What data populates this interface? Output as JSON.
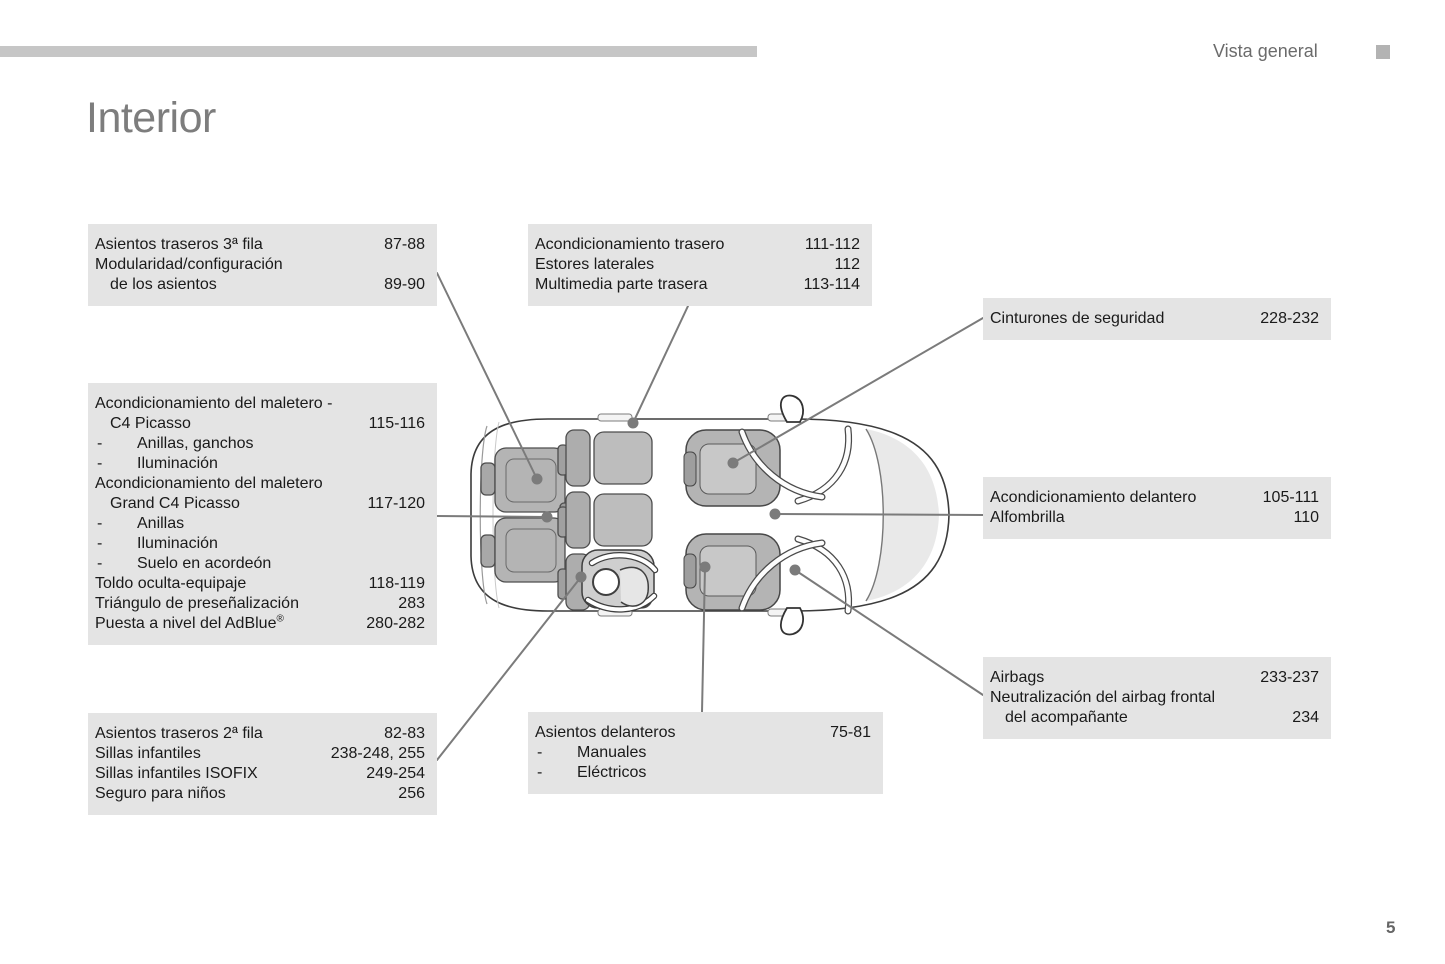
{
  "header": {
    "section_label": "Vista general"
  },
  "title": "Interior",
  "page_number": "5",
  "colors": {
    "callout_bg": "#e4e4e4",
    "connector_gray": "#7b7b7b",
    "header_rule_gray": "#c6c6c6",
    "muted_text_gray": "#6b6b6b",
    "seat_gray": "#b4b4b4"
  },
  "callouts": {
    "rear_seats_row3": {
      "rows": [
        {
          "label": "Asientos traseros 3ª fila",
          "pages": "87-88"
        },
        {
          "label": "Modularidad/configuración",
          "pages": ""
        },
        {
          "label": "de los asientos",
          "pages": "89-90"
        }
      ]
    },
    "rear_comfort": {
      "rows": [
        {
          "label": "Acondicionamiento trasero",
          "pages": "111-112"
        },
        {
          "label": "Estores laterales",
          "pages": "112"
        },
        {
          "label": "Multimedia parte trasera",
          "pages": "113-114"
        }
      ]
    },
    "seat_belts": {
      "rows": [
        {
          "label": "Cinturones de seguridad",
          "pages": "228-232"
        }
      ]
    },
    "boot_storage": {
      "rows": [
        {
          "label": "Acondicionamiento del maletero -",
          "pages": ""
        },
        {
          "label": "C4 Picasso",
          "pages": "115-116"
        },
        {
          "bullet": "-",
          "label": "Anillas, ganchos",
          "pages": ""
        },
        {
          "bullet": "-",
          "label": "Iluminación",
          "pages": ""
        },
        {
          "label": "Acondicionamiento del maletero",
          "pages": ""
        },
        {
          "label": "Grand C4 Picasso",
          "pages": "117-120"
        },
        {
          "bullet": "-",
          "label": "Anillas",
          "pages": ""
        },
        {
          "bullet": "-",
          "label": "Iluminación",
          "pages": ""
        },
        {
          "bullet": "-",
          "label": "Suelo en acordeón",
          "pages": ""
        },
        {
          "label": "Toldo oculta-equipaje",
          "pages": "118-119"
        },
        {
          "label": "Triángulo de preseñalización",
          "pages": "283"
        },
        {
          "label": "Puesta a nivel del AdBlue",
          "sup": "®",
          "pages": "280-282"
        }
      ]
    },
    "front_comfort": {
      "rows": [
        {
          "label": "Acondicionamiento delantero",
          "pages": "105-111"
        },
        {
          "label": "Alfombrilla",
          "pages": "110"
        }
      ]
    },
    "airbags": {
      "rows": [
        {
          "label": "Airbags",
          "pages": "233-237"
        },
        {
          "label": "Neutralización del airbag frontal",
          "pages": ""
        },
        {
          "label": "del acompañante",
          "pages": "234"
        }
      ]
    },
    "rear_seats_row2": {
      "rows": [
        {
          "label": "Asientos traseros 2ª fila",
          "pages": "82-83"
        },
        {
          "label": "Sillas infantiles",
          "pages": "238-248, 255"
        },
        {
          "label": "Sillas infantiles ISOFIX",
          "pages": "249-254"
        },
        {
          "label": "Seguro para niños",
          "pages": "256"
        }
      ]
    },
    "front_seats": {
      "rows": [
        {
          "label": "Asientos delanteros",
          "pages": "75-81"
        },
        {
          "bullet": "-",
          "label": "Manuales",
          "pages": ""
        },
        {
          "bullet": "-",
          "label": "Eléctricos",
          "pages": ""
        }
      ]
    }
  }
}
